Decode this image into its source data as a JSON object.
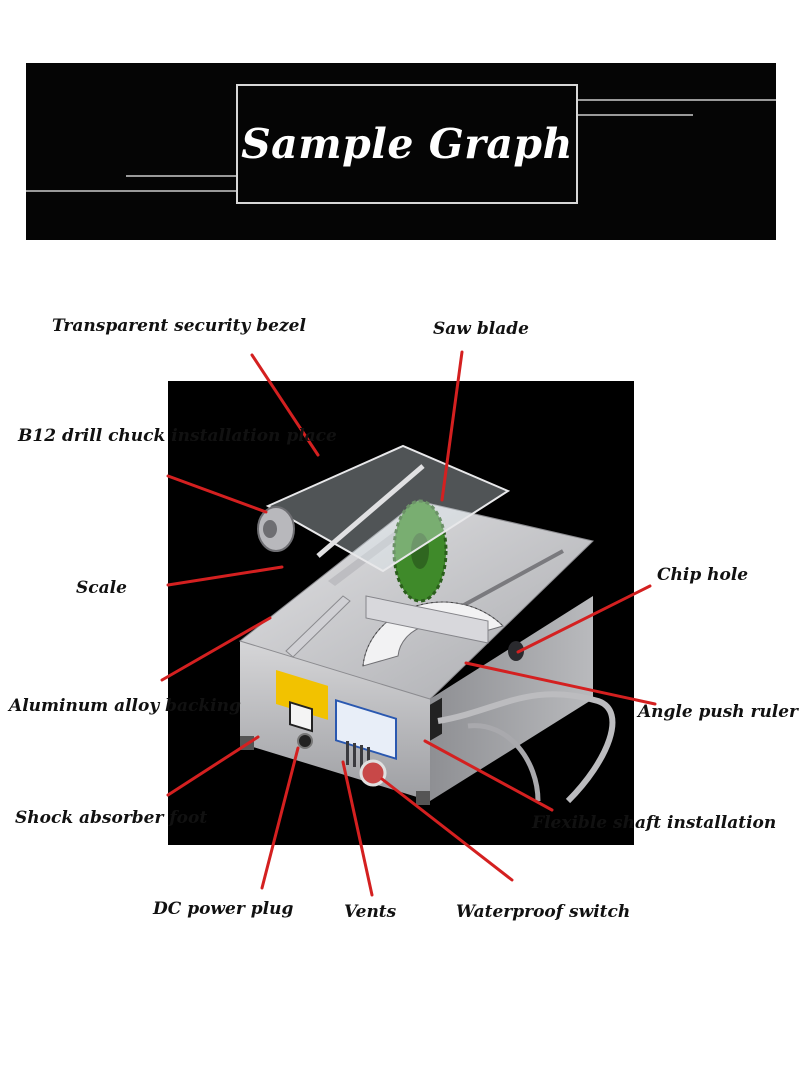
{
  "banner": {
    "title": "Sample Graph"
  },
  "colors": {
    "banner_bg": "#050505",
    "leader": "#d42020",
    "table": "#c8c8ca",
    "blade": "#3f8a2a"
  },
  "labels": {
    "bezel": "Transparent security bezel",
    "saw_blade": "Saw blade",
    "drill_chuck": "B12 drill chuck installation place",
    "scale": "Scale",
    "chip_hole": "Chip hole",
    "backing": "Aluminum alloy backing",
    "angle_ruler": "Angle push ruler",
    "shock_foot": "Shock absorber foot",
    "flex_shaft": "Flexible shaft installation",
    "dc_plug": "DC power plug",
    "vents": "Vents",
    "switch": "Waterproof switch"
  }
}
